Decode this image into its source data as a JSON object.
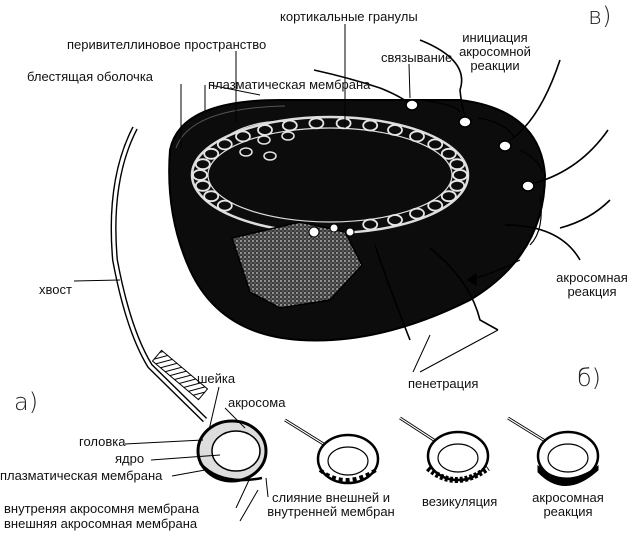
{
  "panels": {
    "a": "а)",
    "b": "б)",
    "v": "в)"
  },
  "labels": {
    "cortical_granules": "кортикальные гранулы",
    "perivitelline_space": "перивителлиновое пространство",
    "binding": "связывание",
    "acrosome_initiation": [
      "инициация",
      "акросомной",
      "реакции"
    ],
    "zona_pellucida": "блестящая оболочка",
    "plasma_membrane_egg": "плазматическая мембрана",
    "tail": "хвост",
    "acrosome_reaction_right": [
      "акросомная",
      "реакция"
    ],
    "penetration": "пенетрация",
    "neck": "шейка",
    "acrosome": "акросома",
    "head": "головка",
    "nucleus": "ядро",
    "plasma_membrane_sperm": "плазматическая мембрана",
    "inner_acrosomal_membrane": "внутреняя акросомня мембрана",
    "outer_acrosomal_membrane": "внешняя акросомная мембрана",
    "fusion": [
      "слияние внешней и",
      "внутренней мембран"
    ],
    "vesiculation": "везикуляция",
    "acrosome_reaction_bottom": [
      "акросомная",
      "реакция"
    ]
  }
}
